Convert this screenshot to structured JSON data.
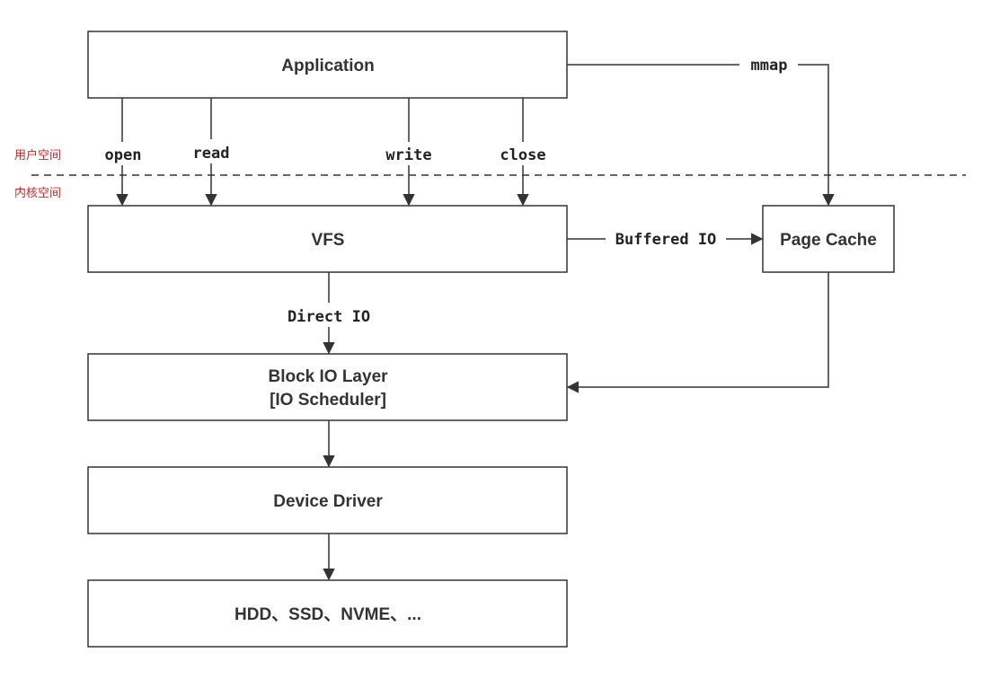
{
  "space_labels": {
    "user": "用户空间",
    "kernel": "内核空间"
  },
  "nodes": {
    "application": "Application",
    "vfs": "VFS",
    "page_cache": "Page Cache",
    "block_io_line1": "Block IO Layer",
    "block_io_line2": "[IO Scheduler]",
    "device_driver": "Device Driver",
    "storage": "HDD、SSD、NVME、..."
  },
  "edges": {
    "open": "open",
    "read": "read",
    "write": "write",
    "close": "close",
    "mmap": "mmap",
    "buffered_io": "Buffered IO",
    "direct_io": "Direct IO"
  },
  "colors": {
    "stroke": "#333333",
    "space_label": "#e02020"
  }
}
